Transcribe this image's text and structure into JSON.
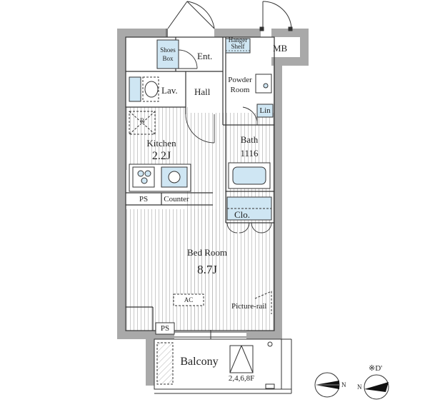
{
  "rooms": {
    "shoes_box": {
      "line1": "Shoes",
      "line2": "Box"
    },
    "entrance": "Ent.",
    "hanger_shelf": {
      "line1": "Hanger",
      "line2": "Shelf"
    },
    "mb": "MB",
    "lavatory": "Lav.",
    "hall": "Hall",
    "powder_room": {
      "line1": "Powder",
      "line2": "Room"
    },
    "linen": "Lin",
    "kitchen": {
      "name": "Kitchen",
      "area": "2.2J"
    },
    "bath": {
      "name": "Bath",
      "size": "1116"
    },
    "ps_kitchen": "PS",
    "counter": "Counter",
    "closet": "Clo.",
    "bedroom": {
      "name": "Bed Room",
      "area": "8.7J"
    },
    "ac": "AC",
    "picture_rail": "Picture-rail",
    "ps_balcony": "PS",
    "balcony": "Balcony",
    "floors": "2,4,6,8F"
  },
  "compass": {
    "left_letter": "N",
    "right_letter": "N",
    "declination_note": "※D'"
  },
  "colors": {
    "wall": "#a9a9a9",
    "fixture_blue": "#cfe6f3",
    "line": "#333333"
  }
}
